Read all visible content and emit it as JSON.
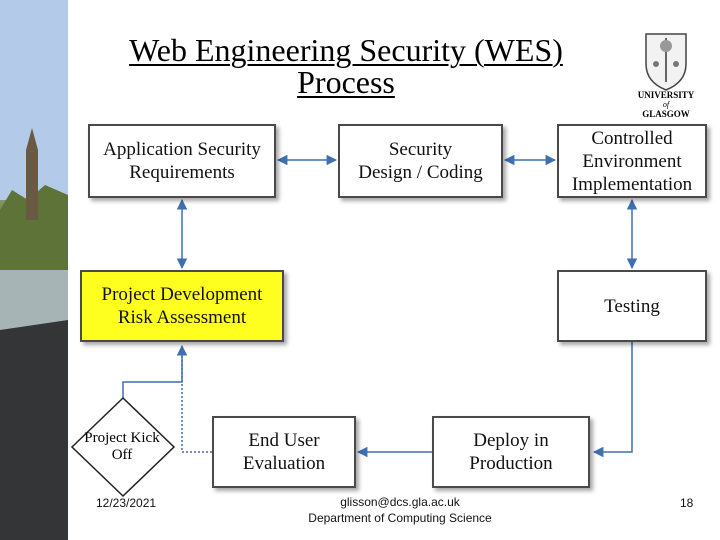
{
  "title": {
    "line1": "Web Engineering Security (WES)",
    "line2": "Process"
  },
  "logo": {
    "line1": "UNIVERSITY",
    "line2": "of",
    "line3": "GLASGOW"
  },
  "steps": {
    "app_security": {
      "line1": "Application Security",
      "line2": "Requirements"
    },
    "security_design": {
      "line1": "Security",
      "line2": "Design / Coding"
    },
    "controlled_env": {
      "line1": "Controlled",
      "line2": "Environment",
      "line3": "Implementation"
    },
    "risk_assessment": {
      "line1": "Project Development",
      "line2": "Risk Assessment"
    },
    "testing": {
      "line1": "Testing"
    },
    "end_user": {
      "line1": "End User",
      "line2": "Evaluation"
    },
    "deploy": {
      "line1": "Deploy in",
      "line2": "Production"
    },
    "kickoff": {
      "line1": "Project Kick",
      "line2": "Off"
    }
  },
  "colors": {
    "arrow": "#3e6fb0",
    "highlight": "#ffff1f",
    "border": "#4a4a4a"
  },
  "footer": {
    "date": "12/23/2021",
    "email": "glisson@dcs.gla.ac.uk",
    "department": "Department of Computing Science",
    "page": "18"
  }
}
